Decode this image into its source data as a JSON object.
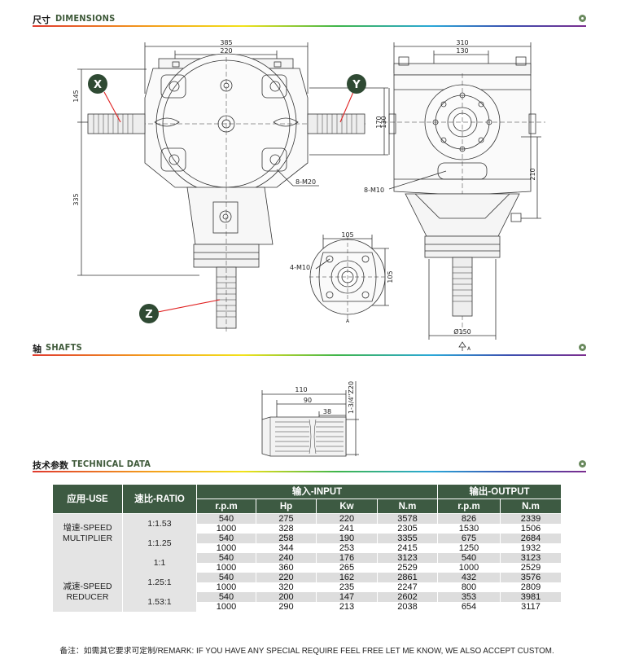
{
  "sections": {
    "dimensions": {
      "zh": "尺寸",
      "en": "DIMENSIONS"
    },
    "shafts": {
      "zh": "轴",
      "en": "SHAFTS"
    },
    "technical": {
      "zh": "技术参数",
      "en": "TECHNICAL DATA"
    }
  },
  "drawing": {
    "markers": {
      "x": "X",
      "y": "Y",
      "z": "Z"
    },
    "front": {
      "w385": "385",
      "w220": "220",
      "h145": "145",
      "h335": "335",
      "h170": "170",
      "bolt": "8-M20"
    },
    "side": {
      "w310": "310",
      "w130": "130",
      "h130": "130",
      "h210": "210",
      "bolt": "8-M10",
      "dia": "Ø150",
      "view_a": "A"
    },
    "flange": {
      "w105": "105",
      "h105": "105",
      "bolt": "4-M10",
      "label_a": "A"
    },
    "shaft": {
      "l110": "110",
      "l90": "90",
      "l38": "38",
      "spline": "1-3/4\"Z20"
    }
  },
  "table": {
    "headers": {
      "use": "应用-USE",
      "ratio": "速比-RATIO",
      "input": "输入-INPUT",
      "output": "输出-OUTPUT",
      "sub": [
        "r.p.m",
        "Hp",
        "Kw",
        "N.m",
        "r.p.m",
        "N.m"
      ]
    },
    "groups": [
      {
        "use": "增速-SPEED\nMULTIPLIER",
        "ratios": [
          {
            "ratio": "1:1.53",
            "rows": [
              [
                "540",
                "275",
                "220",
                "3578",
                "826",
                "2339"
              ],
              [
                "1000",
                "328",
                "241",
                "2305",
                "1530",
                "1506"
              ]
            ]
          },
          {
            "ratio": "1:1.25",
            "rows": [
              [
                "540",
                "258",
                "190",
                "3355",
                "675",
                "2684"
              ],
              [
                "1000",
                "344",
                "253",
                "2415",
                "1250",
                "1932"
              ]
            ]
          }
        ]
      },
      {
        "use": "",
        "ratios": [
          {
            "ratio": "1:1",
            "rows": [
              [
                "540",
                "240",
                "176",
                "3123",
                "540",
                "3123"
              ],
              [
                "1000",
                "360",
                "265",
                "2529",
                "1000",
                "2529"
              ]
            ]
          }
        ]
      },
      {
        "use": "减速-SPEED\nREDUCER",
        "ratios": [
          {
            "ratio": "1.25:1",
            "rows": [
              [
                "540",
                "220",
                "162",
                "2861",
                "432",
                "3576"
              ],
              [
                "1000",
                "320",
                "235",
                "2247",
                "800",
                "2809"
              ]
            ]
          },
          {
            "ratio": "1.53:1",
            "rows": [
              [
                "540",
                "200",
                "147",
                "2602",
                "353",
                "3981"
              ],
              [
                "1000",
                "290",
                "213",
                "2038",
                "654",
                "3117"
              ]
            ]
          }
        ]
      }
    ]
  },
  "remark": "备注：如需其它要求可定制/REMARK: IF YOU HAVE ANY SPECIAL REQUIRE FEEL FREE LET ME KNOW, WE ALSO ACCEPT CUSTOM.",
  "colors": {
    "header_bg": "#3d5a42",
    "marker_bg": "#2f4a33",
    "leader": "#e02020"
  }
}
